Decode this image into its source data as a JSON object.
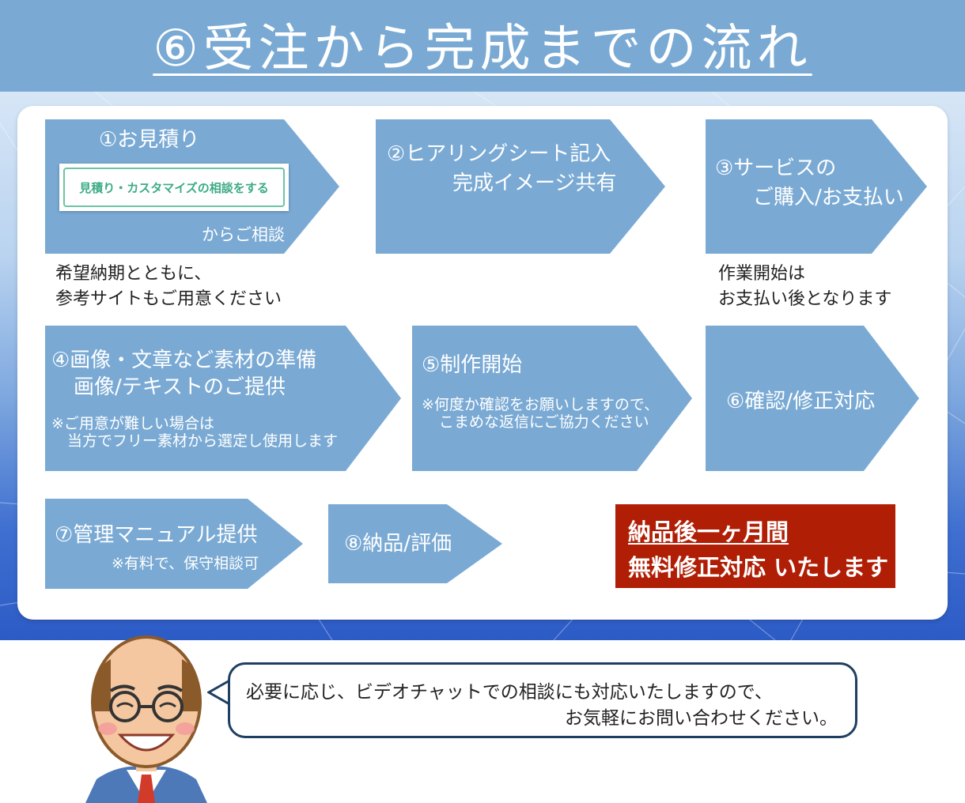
{
  "header": {
    "title": "⑥受注から完成までの流れ"
  },
  "colors": {
    "accent": "#7aaad4",
    "highlight": "#b01e05",
    "button_border": "#6cc3a6",
    "bubble_border": "#1e3f62"
  },
  "steps": {
    "s1": {
      "title": "①お見積り",
      "button_label": "見積り・カスタマイズの相談をする",
      "note": "からご相談"
    },
    "s2": {
      "line1": "②ヒアリングシート記入",
      "line2": "完成イメージ共有"
    },
    "s3": {
      "line1": "③サービスの",
      "line2": "ご購入/お支払い"
    },
    "s4": {
      "line1": "④画像・文章など素材の準備",
      "line2": "画像/テキストのご提供",
      "note1": "※ご用意が難しい場合は",
      "note2": "当方でフリー素材から選定し使用します"
    },
    "s5": {
      "title": "⑤制作開始",
      "note1": "※何度か確認をお願いしますので、",
      "note2": "こまめな返信にご協力ください"
    },
    "s6": {
      "title": "⑥確認/修正対応"
    },
    "s7": {
      "title": "⑦管理マニュアル提供",
      "note": "※有料で、保守相談可"
    },
    "s8": {
      "title": "⑧納品/評価"
    }
  },
  "captions": {
    "c1_line1": "希望納期とともに、",
    "c1_line2": "参考サイトもご用意ください",
    "c3_line1": "作業開始は",
    "c3_line2": "お支払い後となります"
  },
  "highlight": {
    "line1": "納品後一ヶ月間",
    "line2": "無料修正対応 いたします"
  },
  "bubble": {
    "line1": "必要に応じ、ビデオチャットでの相談にも対応いたしますので、",
    "line2": "お気軽にお問い合わせください。"
  }
}
